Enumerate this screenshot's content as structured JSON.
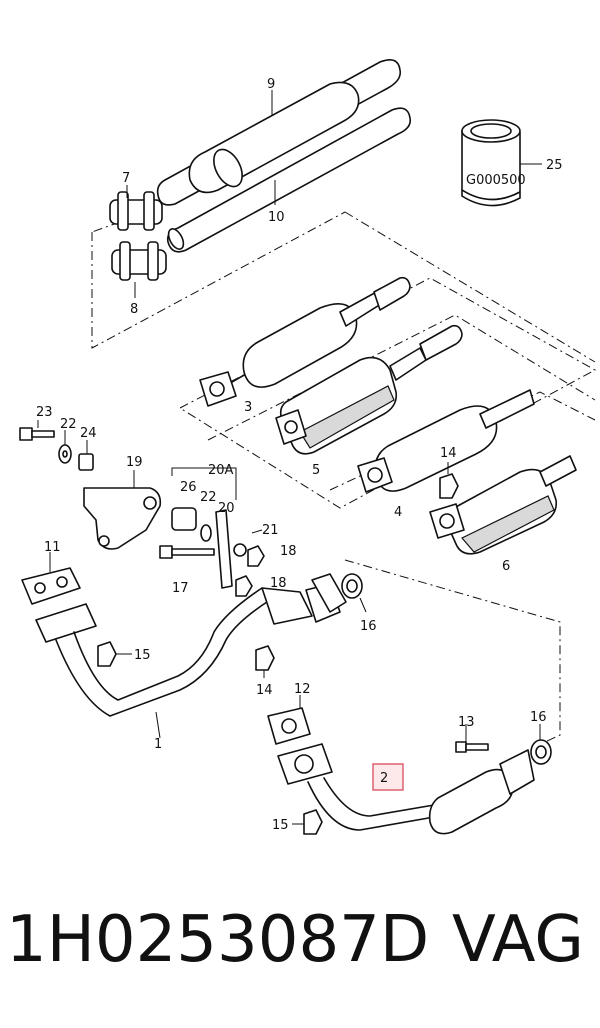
{
  "callouts": {
    "c1": "1",
    "c2": "2",
    "c3": "3",
    "c4": "4",
    "c5": "5",
    "c6": "6",
    "c7": "7",
    "c8": "8",
    "c9": "9",
    "c10": "10",
    "c11": "11",
    "c12": "12",
    "c13": "13",
    "c14a": "14",
    "c14b": "14",
    "c15a": "15",
    "c15b": "15",
    "c16a": "16",
    "c16b": "16",
    "c17": "17",
    "c18a": "18",
    "c18b": "18",
    "c19": "19",
    "c20": "20",
    "c20a": "20A",
    "c21": "21",
    "c22a": "22",
    "c22b": "22",
    "c23": "23",
    "c24": "24",
    "c25": "25",
    "c26": "26"
  },
  "highlighted_callout": "2",
  "product_label": "G000500",
  "footer": {
    "part_number": "1H0253087D",
    "brand": "VAG"
  },
  "colors": {
    "highlight_border": "#d84a5c",
    "highlight_fill": "#fde8ea"
  }
}
